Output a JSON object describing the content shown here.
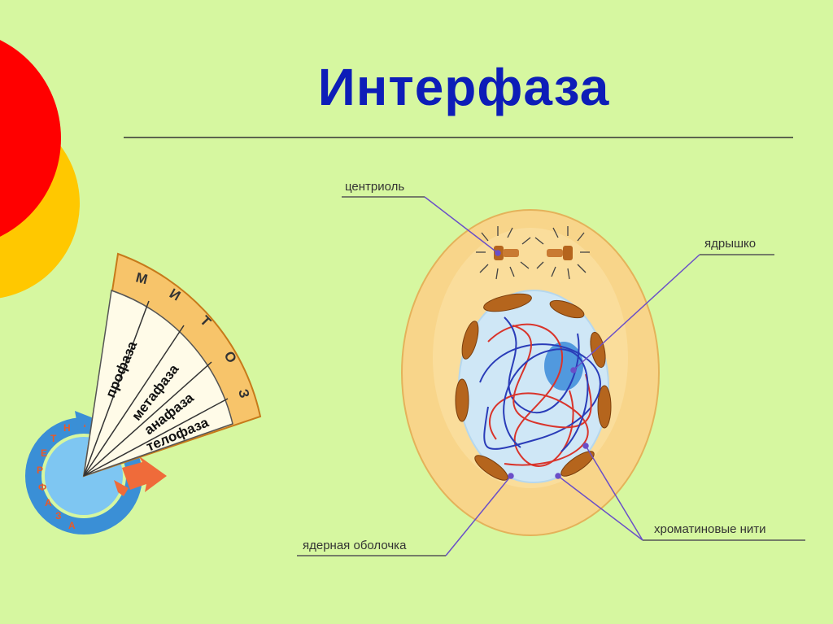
{
  "slide": {
    "title": "Интерфаза",
    "colors": {
      "background": "#d6f7a0",
      "title": "#0d1db8",
      "red_circle": "#ff0000",
      "yellow_circle": "#ffc800"
    }
  },
  "mitosis_fan": {
    "header_letters": [
      "М",
      "И",
      "Т",
      "О",
      "З"
    ],
    "phases": [
      "профаза",
      "метафаза",
      "анафаза",
      "телофаза"
    ],
    "interphase_ring_letters": [
      "И",
      "Н",
      "Т",
      "Е",
      "Р",
      "Ф",
      "А",
      "З",
      "А"
    ]
  },
  "cell": {
    "labels": {
      "centriole": "центриоль",
      "nucleolus": "ядрышко",
      "chromatin": "хроматиновые нити",
      "nuclear_envelope": "ядерная оболочка"
    }
  }
}
